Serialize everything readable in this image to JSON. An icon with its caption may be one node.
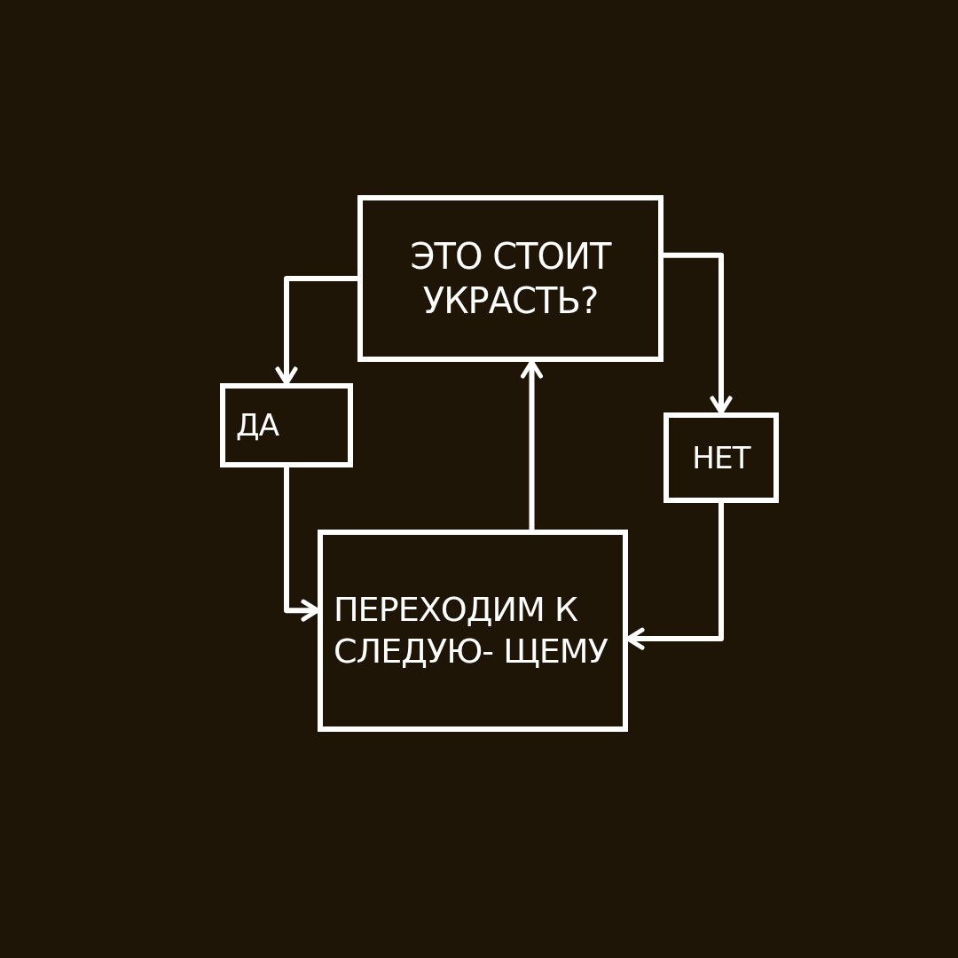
{
  "diagram": {
    "nodes": [
      {
        "text": [
          "ЭТО СТОИТ УКРАСТЬ?"
        ]
      },
      {
        "text": [
          "ДА"
        ]
      },
      {
        "text": [
          "НЕТ"
        ]
      },
      {
        "text": [
          "ПЕРЕХОДИМ К СЛЕДУЮ- ЩЕМУ"
        ]
      }
    ],
    "edges": [
      {
        "from": 0,
        "to": 1,
        "arrow": "to"
      },
      {
        "from": 0,
        "to": 2,
        "arrow": "to"
      },
      {
        "from": 1,
        "to": 3,
        "arrow": "to"
      },
      {
        "from": 2,
        "to": 3,
        "arrow": "to"
      },
      {
        "from": 3,
        "to": 0,
        "arrow": "to"
      }
    ]
  }
}
